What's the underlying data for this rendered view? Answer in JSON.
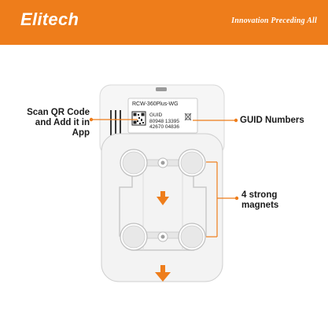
{
  "brand": {
    "logo": "Elitech",
    "slogan": "Innovation Preceding All",
    "accent_color": "#ee7d1b"
  },
  "label": {
    "model": "RCW-360Plus-WG",
    "guid_title": "GUID",
    "guid_line1": "80948 13395",
    "guid_line2": "42670 04836"
  },
  "callouts": {
    "qr_line1": "Scan QR Code",
    "qr_line2": "and Add it in App",
    "guid": "GUID Numbers",
    "magnets_line1": "4 strong",
    "magnets_line2": "magnets"
  },
  "icons": {
    "arrow": "down-arrow-icon",
    "magnet": "magnet-icon",
    "qr": "qr-code-icon"
  }
}
